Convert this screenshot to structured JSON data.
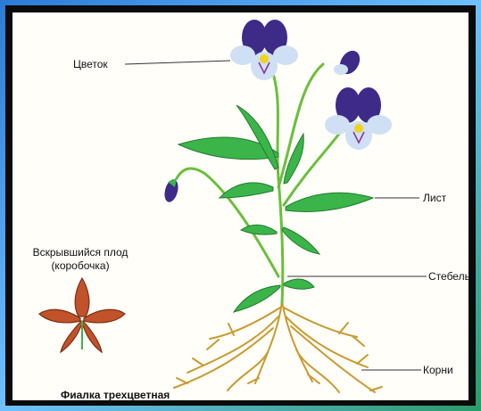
{
  "labels": {
    "flower": "Цветок",
    "leaf": "Лист",
    "stem": "Стебель",
    "roots": "Корни",
    "fruit_line1": "Вскрывшийся плод",
    "fruit_line2": "(коробочка)",
    "caption": "Фиалка трехцветная"
  },
  "colors": {
    "paper": "#fffef9",
    "border_dark": "#0b0b0b",
    "leaf_green": "#3bb54a",
    "stem_green": "#6bbf3b",
    "root_gold": "#c99a2e",
    "petal_purple": "#3e2a87",
    "petal_light": "#cfe0f5",
    "fruit_brown": "#c2522a"
  }
}
